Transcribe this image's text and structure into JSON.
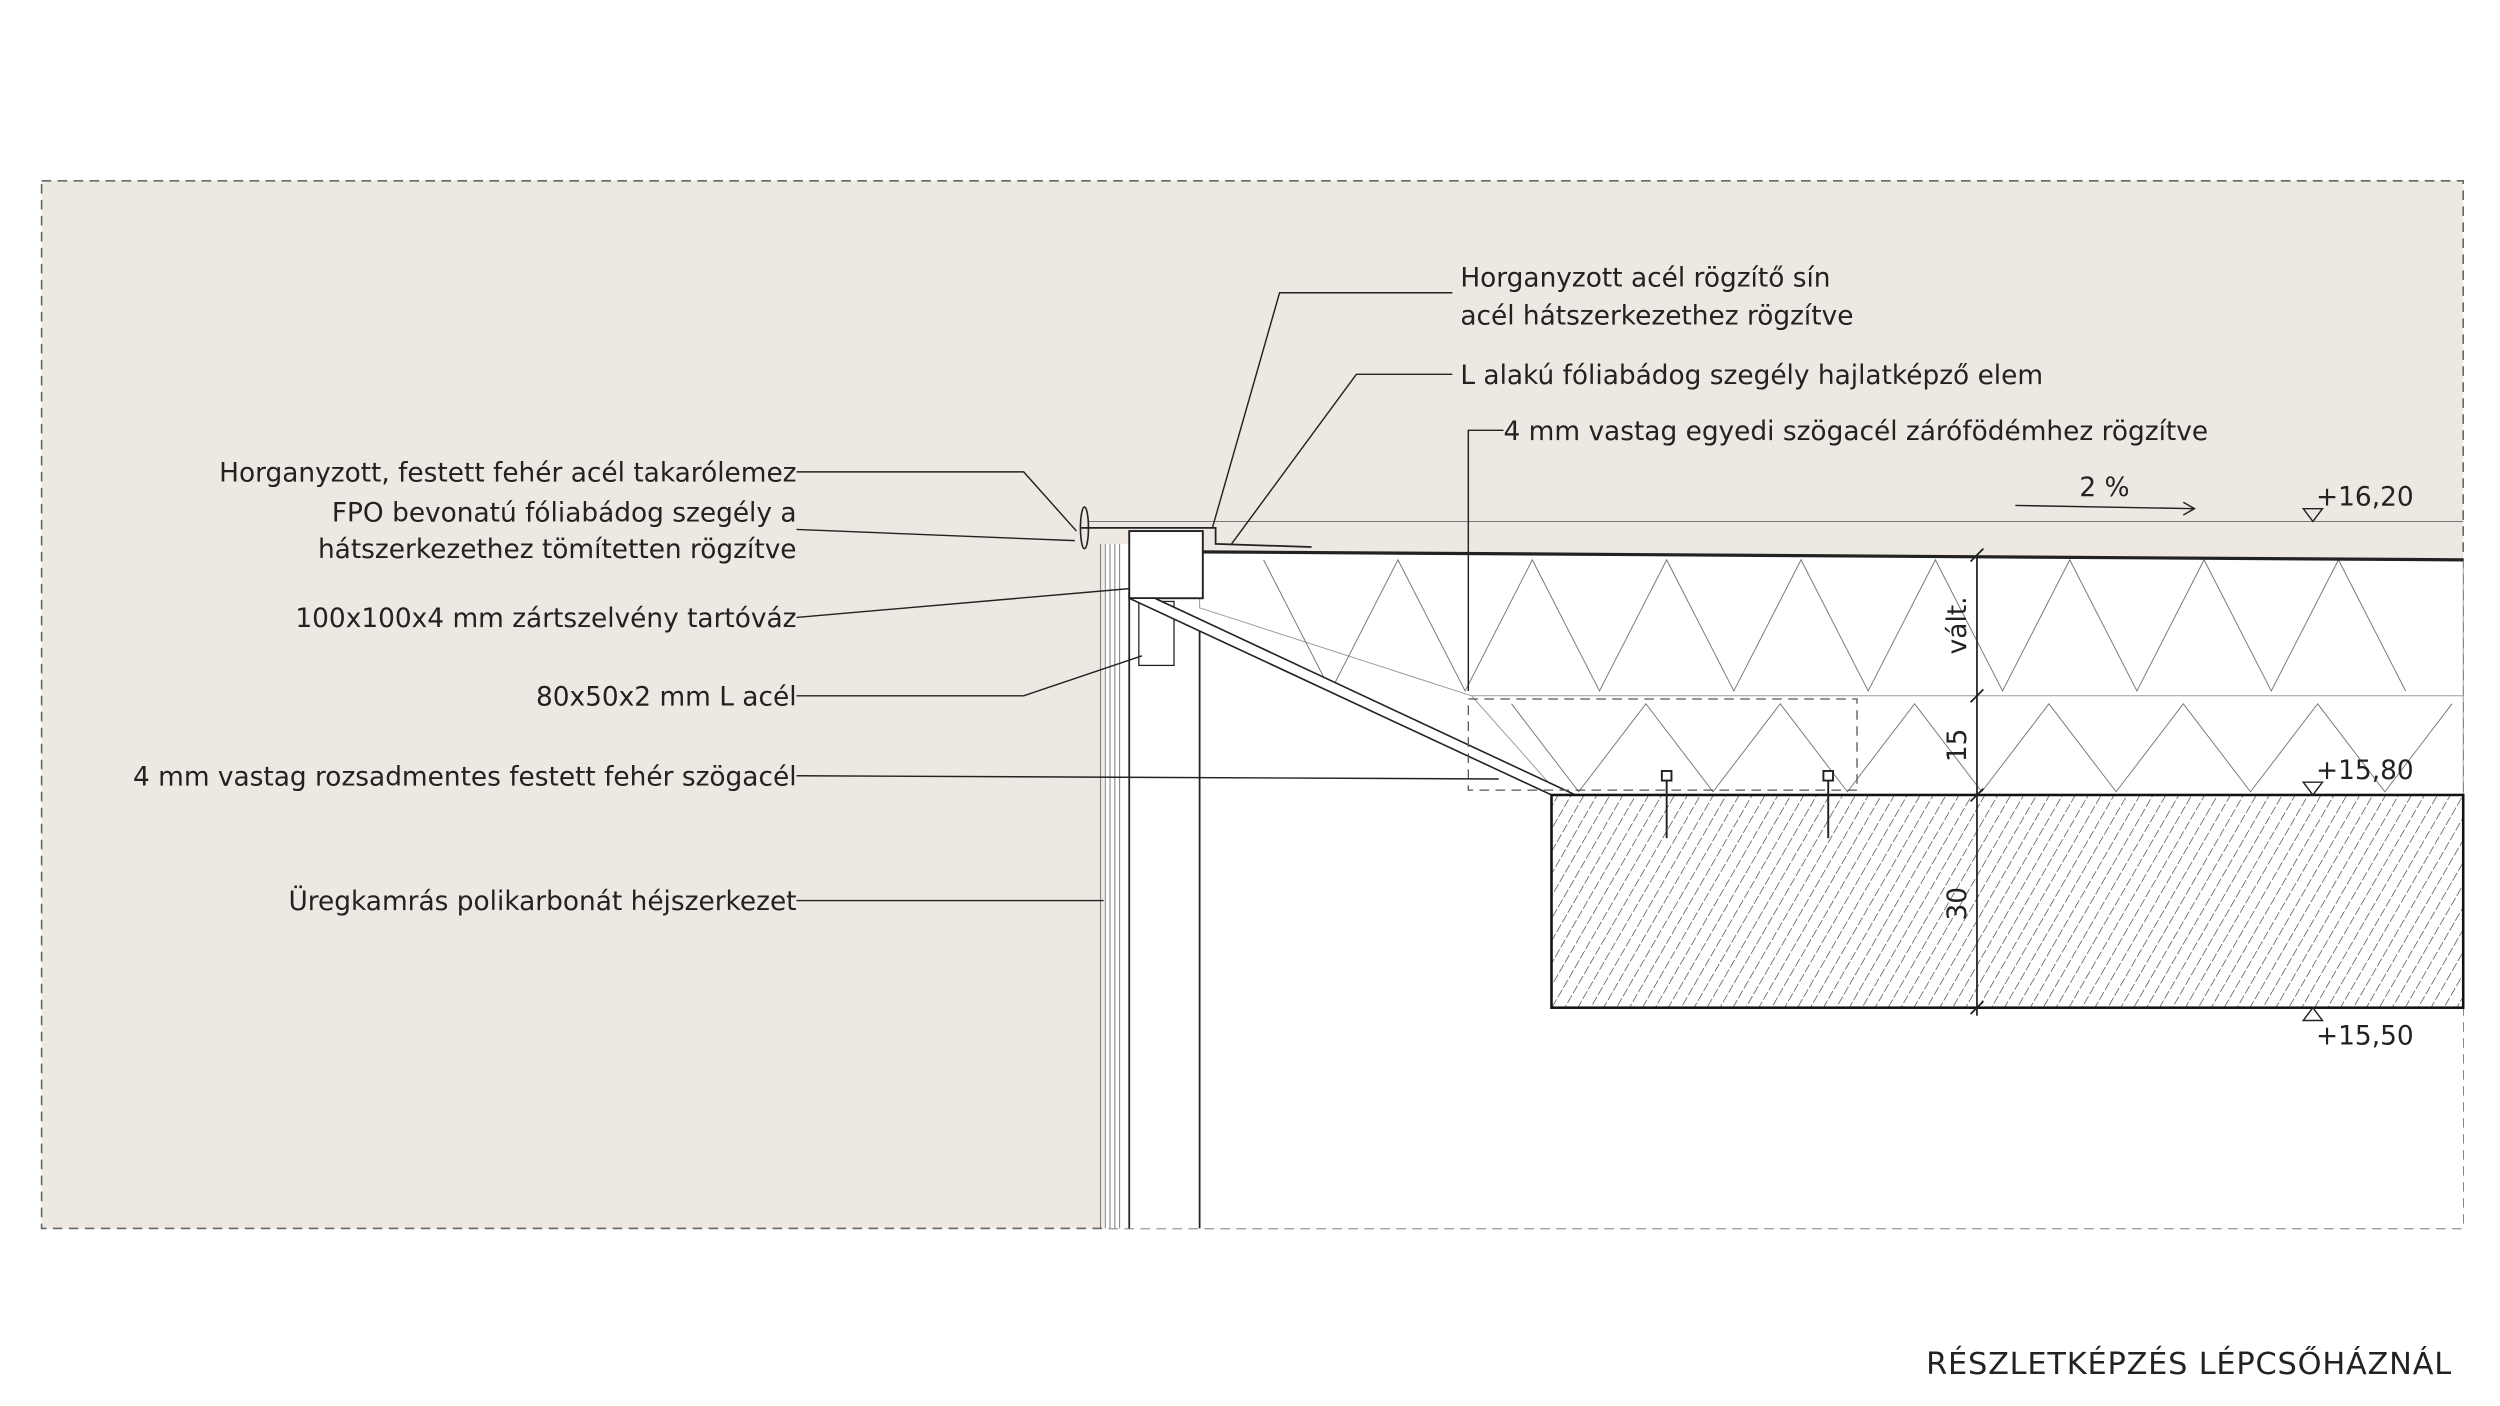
{
  "title": "RÉSZLETKÉPZÉS LÉPCSŐHÁZNÁL",
  "labels_left": [
    {
      "lines": [
        "Horganyzott, festett fehér acél takarólemez"
      ]
    },
    {
      "lines": [
        "FPO bevonatú fóliabádog szegély a",
        "hátszerkezethez tömítetten rögzítve"
      ]
    },
    {
      "lines": [
        "100x100x4 mm zártszelvény tartóváz"
      ]
    },
    {
      "lines": [
        "80x50x2 mm L acél"
      ]
    },
    {
      "lines": [
        "4 mm vastag rozsadmentes festett fehér szögacél"
      ]
    },
    {
      "lines": [
        "Üregkamrás polikarbonát héjszerkezet"
      ]
    }
  ],
  "labels_right": [
    {
      "lines": [
        "Horganyzott acél rögzítő sín",
        "acél hátszerkezethez rögzítve"
      ]
    },
    {
      "lines": [
        "L alakú fóliabádog szegély hajlatképző elem"
      ]
    },
    {
      "lines": [
        "4 mm vastag egyedi szögacél zárófödémhez rögzítve"
      ]
    }
  ],
  "slope": "2 %",
  "levels": [
    "+16,20",
    "+15,80",
    "+15,50"
  ],
  "dimensions": [
    "vált.",
    "15",
    "30"
  ],
  "colors": {
    "background_zone": "#ede8e1",
    "line": "#222222"
  }
}
